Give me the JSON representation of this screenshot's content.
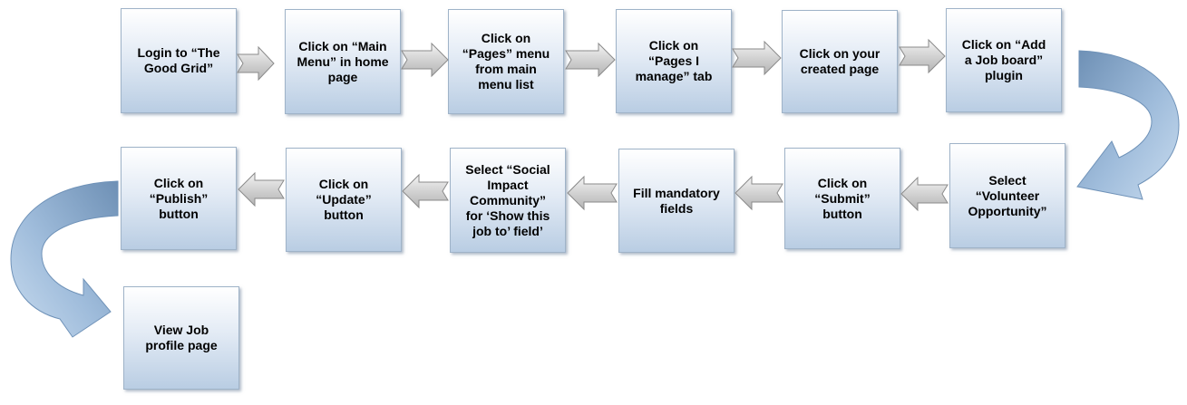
{
  "steps": [
    {
      "id": "s1",
      "text": "Login to “The\nGood Grid”"
    },
    {
      "id": "s2",
      "text": "Click on “Main\nMenu” in home\npage"
    },
    {
      "id": "s3",
      "text": "Click on\n“Pages” menu\nfrom main\nmenu list"
    },
    {
      "id": "s4",
      "text": "Click on\n“Pages I\nmanage” tab"
    },
    {
      "id": "s5",
      "text": "Click on your\ncreated page"
    },
    {
      "id": "s6",
      "text": "Click on “Add\na Job board”\nplugin"
    },
    {
      "id": "s7",
      "text": "Select\n“Volunteer\nOpportunity”"
    },
    {
      "id": "s8",
      "text": "Click on\n“Submit”\nbutton"
    },
    {
      "id": "s9",
      "text": "Fill mandatory\nfields"
    },
    {
      "id": "s10",
      "text": "Select “Social\nImpact\nCommunity”\nfor ‘Show this\njob to’ field’"
    },
    {
      "id": "s11",
      "text": "Click on\n“Update”\nbutton"
    },
    {
      "id": "s12",
      "text": "Click on\n“Publish”\nbutton"
    },
    {
      "id": "s13",
      "text": "View Job\nprofile page"
    }
  ],
  "connectors": [
    {
      "from": "s1",
      "to": "s2",
      "direction": "right"
    },
    {
      "from": "s2",
      "to": "s3",
      "direction": "right"
    },
    {
      "from": "s3",
      "to": "s4",
      "direction": "right"
    },
    {
      "from": "s4",
      "to": "s5",
      "direction": "right"
    },
    {
      "from": "s5",
      "to": "s6",
      "direction": "right"
    },
    {
      "from": "s6",
      "to": "s7",
      "direction": "curve-down-left"
    },
    {
      "from": "s7",
      "to": "s8",
      "direction": "left"
    },
    {
      "from": "s8",
      "to": "s9",
      "direction": "left"
    },
    {
      "from": "s9",
      "to": "s10",
      "direction": "left"
    },
    {
      "from": "s10",
      "to": "s11",
      "direction": "left"
    },
    {
      "from": "s11",
      "to": "s12",
      "direction": "left"
    },
    {
      "from": "s12",
      "to": "s13",
      "direction": "curve-down-right"
    }
  ],
  "colors": {
    "box_border": "#9fb3c8",
    "arrow_fill": "#d8d8d8",
    "arrow_stroke": "#8a8a8a",
    "curve_fill": "#a9c4e0",
    "curve_stroke": "#6f92b8"
  }
}
